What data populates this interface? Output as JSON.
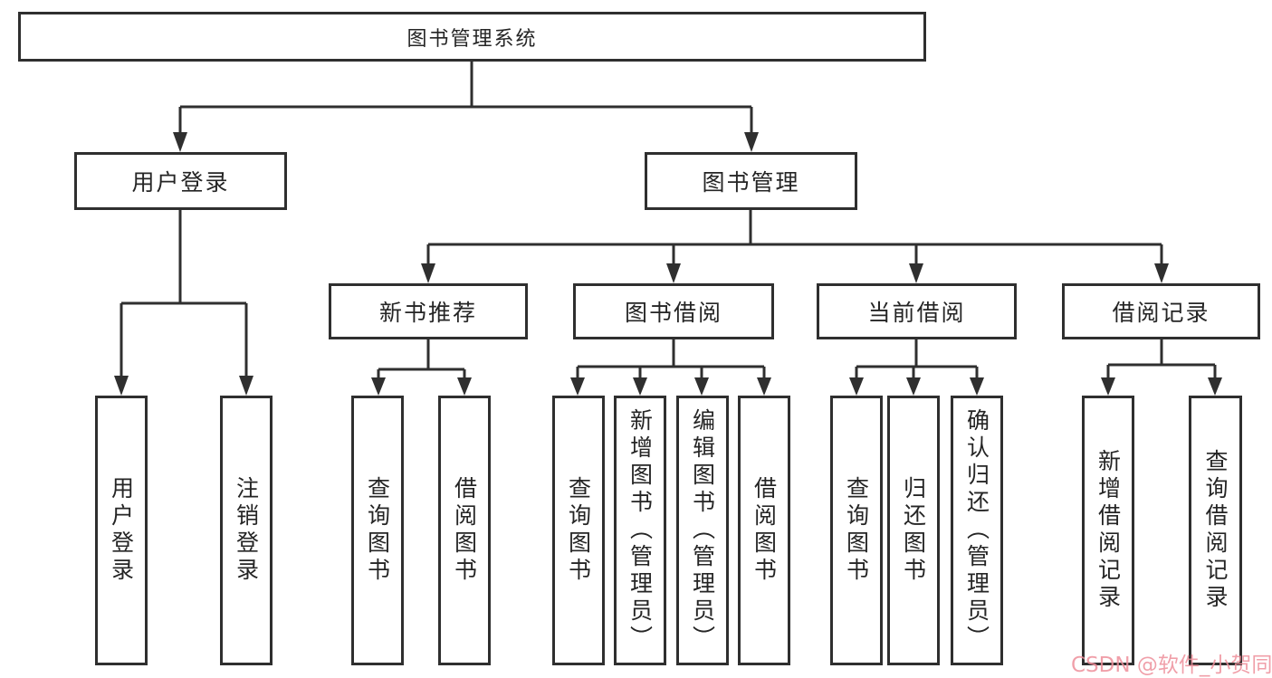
{
  "diagram": {
    "root": {
      "label": "图书管理系统"
    },
    "level2": {
      "user_login": {
        "label": "用户登录"
      },
      "book_mgmt": {
        "label": "图书管理"
      }
    },
    "level3": {
      "new_book_rec": {
        "label": "新书推荐"
      },
      "book_borrow": {
        "label": "图书借阅"
      },
      "current_borrow": {
        "label": "当前借阅"
      },
      "borrow_record": {
        "label": "借阅记录"
      }
    },
    "leaves": {
      "user_login_1": {
        "label": "用户登录"
      },
      "user_login_2": {
        "label": "注销登录"
      },
      "new_book_1": {
        "label": "查询图书"
      },
      "new_book_2": {
        "label": "借阅图书"
      },
      "book_borrow_1": {
        "label": "查询图书"
      },
      "book_borrow_2": {
        "label": "新增图书（管理员）"
      },
      "book_borrow_3": {
        "label": "编辑图书（管理员）"
      },
      "book_borrow_4": {
        "label": "借阅图书"
      },
      "current_borrow_1": {
        "label": "查询图书"
      },
      "current_borrow_2": {
        "label": "归还图书"
      },
      "current_borrow_3": {
        "label": "确认归还（管理员）"
      },
      "borrow_record_1": {
        "label": "新增借阅记录"
      },
      "borrow_record_2": {
        "label": "查询借阅记录"
      }
    },
    "watermark": "CSDN @软件_小贺同学",
    "colors": {
      "line": "#2f2f2f",
      "text": "#252525",
      "box_background": "#ffffff",
      "watermark": "#ee8f9b",
      "page_background": "#ffffff"
    }
  }
}
